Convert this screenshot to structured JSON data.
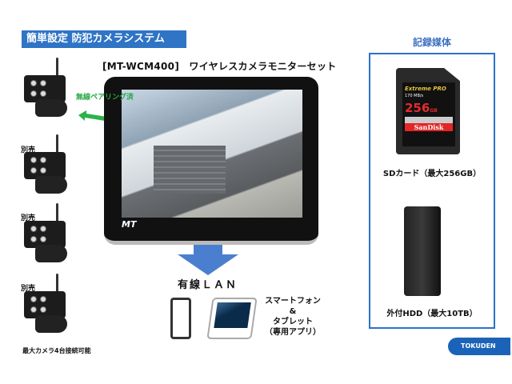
{
  "header": {
    "title": "簡単設定 防犯カメラシステム",
    "product": "[MT-WCM400]　ワイヤレスカメラモニターセット"
  },
  "cameras": {
    "pairing": "無線ペアリング済",
    "sold_separately": "別売",
    "max_note": "最大カメラ4台接続可能"
  },
  "monitor": {
    "logo": "MT"
  },
  "network": {
    "lan": "有線ＬＡＮ",
    "app_lines": [
      "スマートフォン",
      "&",
      "タブレット",
      "（専用アプリ）"
    ]
  },
  "media": {
    "title": "記録媒体",
    "sd": {
      "brand": "SanDisk",
      "line": "Extreme PRO",
      "speed": "170 MB/s",
      "capacity": "256",
      "unit": "GB",
      "caption": "SDカード（最大256GB）"
    },
    "hdd": {
      "caption": "外付HDD（最大10TB）"
    }
  },
  "footer": {
    "logo": "TOKUDEN"
  },
  "colors": {
    "title_bg": "#2f74c5",
    "green": "#28a745",
    "box": "#2a72c8"
  }
}
